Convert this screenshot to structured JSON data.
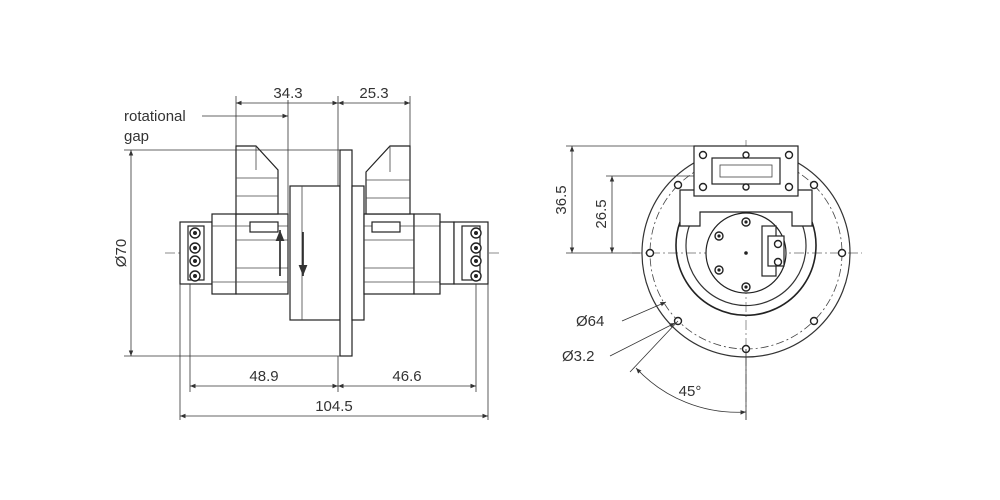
{
  "side_view": {
    "label_gap_line1": "rotational",
    "label_gap_line2": "gap",
    "dim_top_left": "34.3",
    "dim_top_right": "25.3",
    "dim_diameter": "Ø70",
    "dim_bottom_left": "48.9",
    "dim_bottom_right": "46.6",
    "dim_overall": "104.5"
  },
  "front_view": {
    "dim_height_outer": "36.5",
    "dim_height_inner": "26.5",
    "dim_diameter_64": "Ø64",
    "dim_hole": "Ø3.2",
    "dim_angle": "45°"
  }
}
